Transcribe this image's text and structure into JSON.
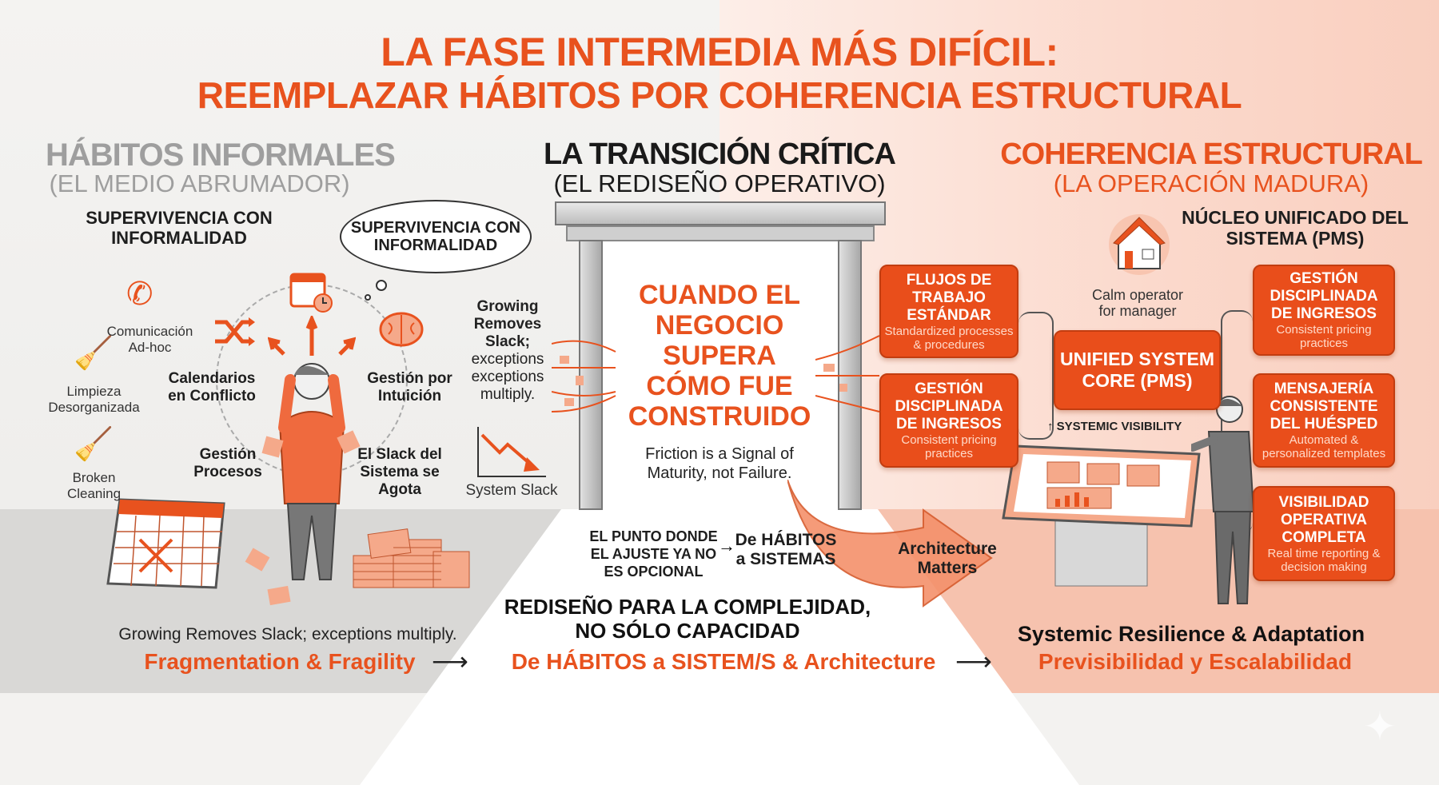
{
  "title": {
    "line1": "LA FASE INTERMEDIA MÁS DIFÍCIL:",
    "line2": "REEMPLAZAR HÁBITOS POR COHERENCIA ESTRUCTURAL"
  },
  "left": {
    "heading": "HÁBITOS INFORMALES",
    "subheading": "(EL MEDIO ABRUMADOR)",
    "section_label": "SUPERVIVENCIA CON INFORMALIDAD",
    "cloud_text": "SUPERVIVENCIA CON INFORMALIDAD",
    "side_items": [
      {
        "label": "Comunicación Ad-hoc",
        "icon": "phone-icon"
      },
      {
        "label": "Limpieza Desorganizada",
        "icon": "broom-icon"
      },
      {
        "label": "Broken Cleaning",
        "icon": "broken-broom-icon"
      }
    ],
    "cycle_items": [
      "Calendarios en Conflicto",
      "Gestión por Intuición",
      "Gestión Procesos",
      "El Slack del Sistema se Agota"
    ],
    "growing_bold": "Growing Removes Slack;",
    "growing_rest": "exceptions exceptions multiply.",
    "chart_label": "System Slack"
  },
  "center": {
    "heading": "LA TRANSICIÓN CRÍTICA",
    "subheading": "(EL REDISEÑO OPERATIVO)",
    "door_text": "CUANDO EL NEGOCIO SUPERA CÓMO FUE CONSTRUIDO",
    "friction": "Friction is a Signal of Maturity, not Failure.",
    "point": "EL PUNTO DONDE EL AJUSTE YA NO ES OPCIONAL",
    "point_arrow": "→",
    "habits_to_systems": "De HÁBITOS a SISTEMAS",
    "arch_arrow": "Architecture Matters",
    "redesign": "REDISEÑO PARA LA COMPLEJIDAD, NO SÓLO CAPACIDAD"
  },
  "right": {
    "heading": "COHERENCIA ESTRUCTURAL",
    "subheading": "(LA OPERACIÓN MADURA)",
    "core_label": "NÚCLEO UNIFICADO DEL SISTEMA (PMS)",
    "operator": "Calm operator for manager",
    "core_box": "UNIFIED SYSTEM CORE (PMS)",
    "visibility": "↑ SYSTEMIC VISIBILITY",
    "boxes": [
      {
        "title": "FLUJOS DE TRABAJO ESTÁNDAR",
        "desc": "Standardized processes & procedures"
      },
      {
        "title": "GESTIÓN DISCIPLINADA DE INGRESOS",
        "desc": "Consistent pricing practices"
      },
      {
        "title": "GESTIÓN DISCIPLINADA DE INGRESOS",
        "desc": "Consistent pricing practices"
      },
      {
        "title": "MENSAJERÍA CONSISTENTE DEL HUÉSPED",
        "desc": "Automated & personalized templates"
      },
      {
        "title": "VISIBILIDAD OPERATIVA COMPLETA",
        "desc": "Real time reporting & decision making"
      }
    ]
  },
  "footer": {
    "left_top": "Growing Removes Slack; exceptions multiply.",
    "left": "Fragmentation & Fragility",
    "center": "De HÁBITOS a SISTEM/S & Architecture",
    "right_top": "Systemic Resilience & Adaptation",
    "right": "Previsibilidad y Escalabilidad",
    "arrow": "⟶"
  },
  "colors": {
    "accent": "#e8521e",
    "box": "#e94e1b",
    "gray_heading": "#9e9e9e"
  }
}
